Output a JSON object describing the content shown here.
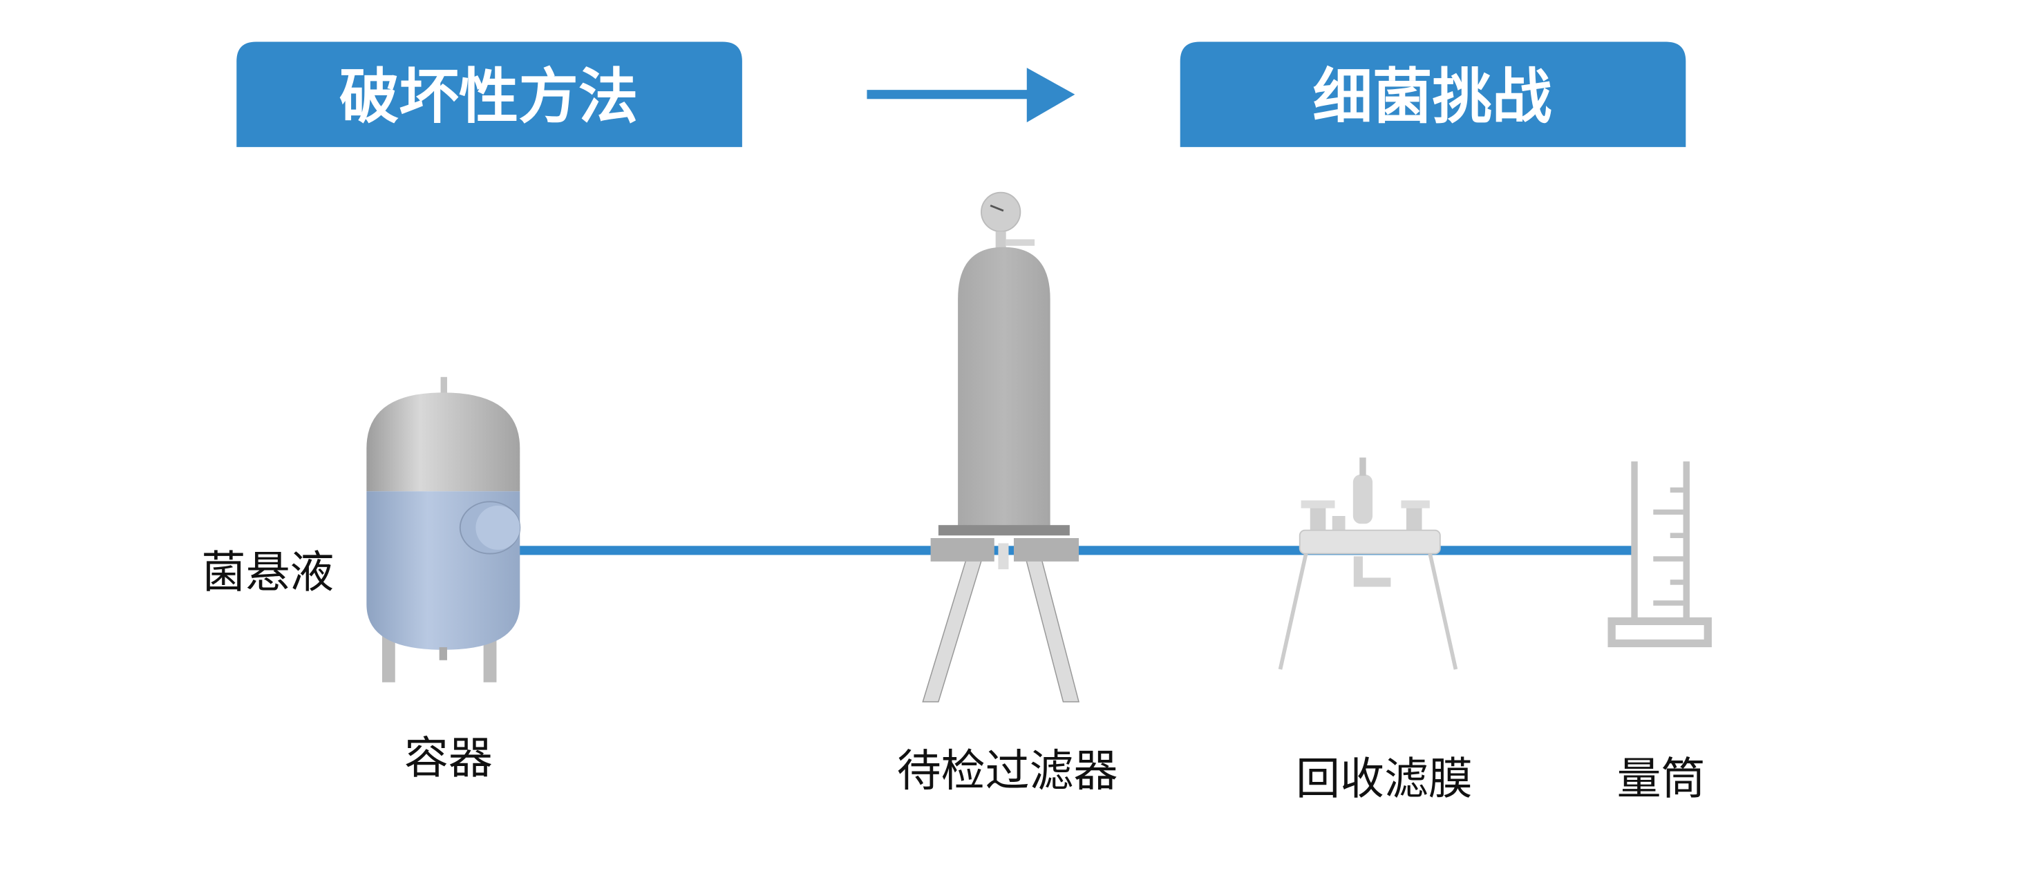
{
  "header": {
    "left_banner": "破坏性方法",
    "right_banner": "细菌挑战",
    "banner_color": "#3289CA"
  },
  "labels": {
    "suspension": "菌悬液",
    "container": "容器",
    "test_filter": "待检过滤器",
    "recovery_membrane": "回收滤膜",
    "graduated_cylinder": "量筒"
  },
  "colors": {
    "pipe": "#2F88CC",
    "liquid": "#A9BDD9",
    "metal": "#B5B5B5"
  }
}
